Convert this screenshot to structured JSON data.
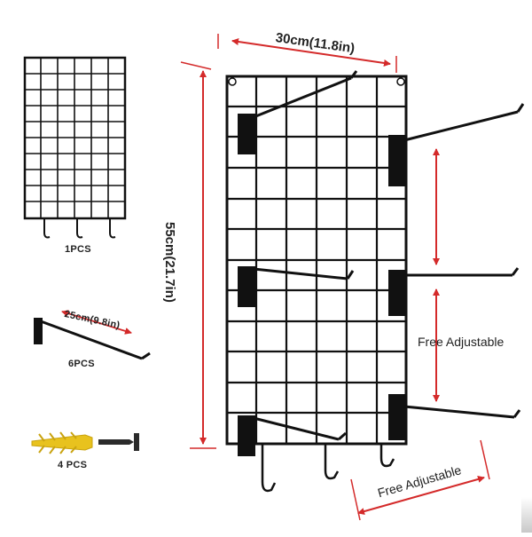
{
  "labels": {
    "grid_qty": "1PCS",
    "hook_length": "25cm(9.8in)",
    "hook_qty": "6PCS",
    "anchor_qty": "4 PCS",
    "width": "30cm(11.8in)",
    "height": "55cm(21.7in)",
    "adjust_vertical": "Free Adjustable",
    "adjust_bottom": "Free Adjustable"
  },
  "colors": {
    "wire": "#111111",
    "dimension_arrow": "#d42a2a",
    "anchor": "#e8c21e",
    "screw": "#2b2b2b",
    "text": "#222222"
  }
}
